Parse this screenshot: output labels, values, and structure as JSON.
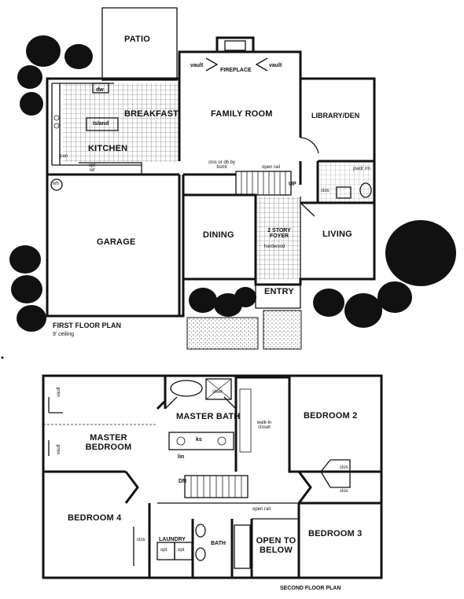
{
  "first_floor": {
    "title": "FIRST FLOOR PLAN",
    "ceiling": "9' ceiling",
    "rooms": {
      "patio": "PATIO",
      "fireplace": "FIREPLACE",
      "vault_left": "vault",
      "vault_right": "vault",
      "family_room": "FAMILY ROOM",
      "breakfast": "BREAKFAST",
      "island": "Island",
      "kitchen": "KITCHEN",
      "dw": "dw",
      "library": "LIBRARY/DEN",
      "garage": "GARAGE",
      "dining": "DINING",
      "foyer": "2 STORY FOYER",
      "foyer_floor": "hardwood",
      "living": "LIVING",
      "entry": "ENTRY",
      "powder": "pwdr rm",
      "clos": "clos",
      "clos_or_db": "clos or db by bsmt",
      "open_rail": "open rail",
      "up": "UP",
      "opt_ref": "opt ref",
      "wh": "wh",
      "pan": "pan"
    }
  },
  "second_floor": {
    "title": "SECOND FLOOR PLAN",
    "rooms": {
      "master_bath": "MASTER BATH",
      "shwr": "shwr",
      "walk_in_closet": "walk-in closet",
      "master_bedroom": "MASTER BEDROOM",
      "vault_top": "vault",
      "vault_bottom": "vault",
      "ks": "ks",
      "lin": "lin",
      "bedroom_2": "BEDROOM 2",
      "clos_b2": "clos",
      "clos_b3": "clos",
      "dn": "DN",
      "bedroom_4": "BEDROOM 4",
      "clos_b4": "clos",
      "laundry": "LAUNDRY",
      "opt_1": "opt",
      "opt_2": "opt",
      "bath": "BATH",
      "open_rail": "open rail",
      "open_to_below": "OPEN TO BELOW",
      "bedroom_3": "BEDROOM 3"
    }
  }
}
